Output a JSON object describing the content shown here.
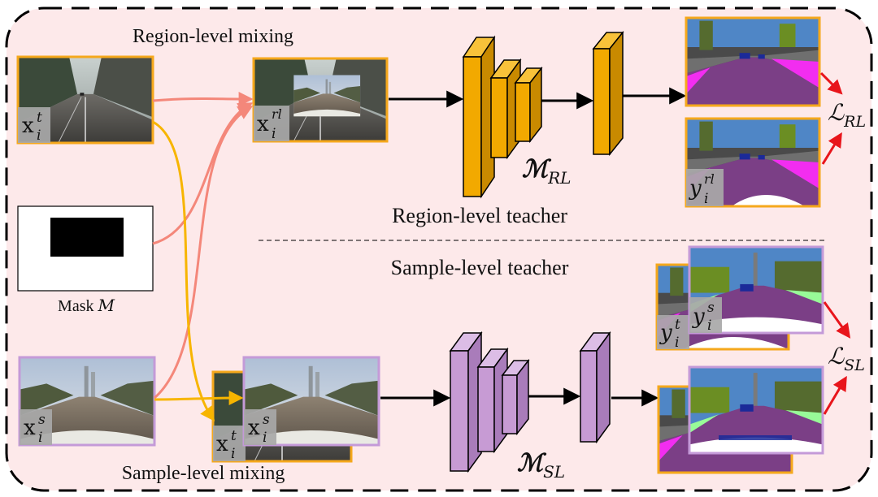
{
  "labels": {
    "region_mixing": "Region-level mixing",
    "sample_mixing": "Sample-level mixing",
    "region_teacher": "Region-level teacher",
    "sample_teacher": "Sample-level teacher",
    "mask": "Mask",
    "mask_symbol": "M"
  },
  "symbols": {
    "x": "x",
    "y": "y",
    "sub_i": "i",
    "sup_t": "t",
    "sup_s": "s",
    "sup_rl": "rl",
    "model_rl_main": "ℳ",
    "model_rl_sub": "RL",
    "model_sl_main": "ℳ",
    "model_sl_sub": "SL",
    "loss_main": "ℒ",
    "loss_rl_sub": "RL",
    "loss_sl_sub": "SL"
  },
  "colors": {
    "background": "#fde9ea",
    "orange_frame": "#f5a81c",
    "purple_frame": "#c49ad8",
    "orange_block": "#f2a900",
    "orange_block_dark": "#c98a00",
    "purple_block": "#c79bd4",
    "purple_block_dark": "#a97cba",
    "salmon_arrow": "#f4877a",
    "yellow_arrow": "#f7b500",
    "red_arrow": "#e8151b",
    "seg_road": "#7b3f86",
    "seg_side": "#f22df0",
    "seg_sky": "#4f86c6",
    "seg_building": "#4a4a4a"
  }
}
